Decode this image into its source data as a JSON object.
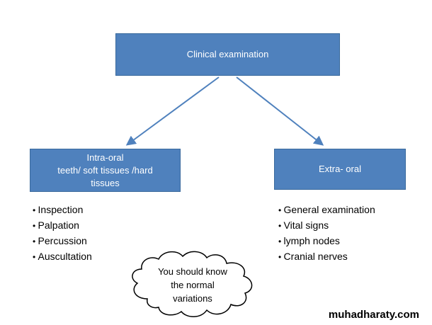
{
  "root_box": {
    "label": "Clinical examination"
  },
  "intra_oral_box": {
    "lines": [
      "Intra-oral",
      "teeth/ soft tissues /hard",
      "tissues"
    ]
  },
  "extra_oral_box": {
    "label": "Extra- oral"
  },
  "intra_oral_list": [
    "Inspection",
    "Palpation",
    "Percussion",
    "Auscultation"
  ],
  "extra_oral_list": [
    "General examination",
    "Vital signs",
    "lymph nodes",
    "Cranial nerves"
  ],
  "cloud_callout": {
    "lines": [
      "You should know",
      "the normal",
      "variations"
    ]
  },
  "watermark": "muhadharaty.com",
  "colors": {
    "box_fill": "#4f81bd",
    "box_border": "#3a6a9d",
    "arrow": "#4f81bd",
    "text_on_box": "#ffffff"
  }
}
